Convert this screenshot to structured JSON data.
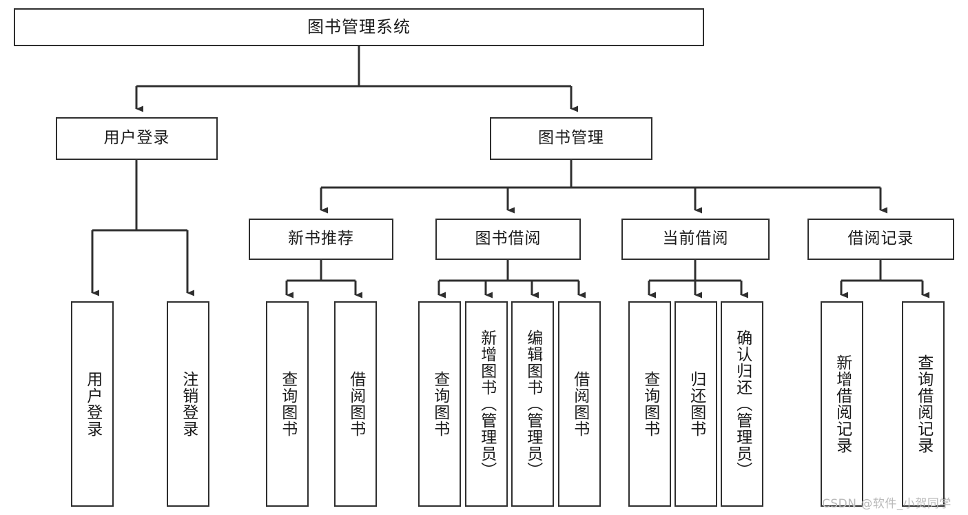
{
  "diagram": {
    "type": "tree-hierarchy-diagram",
    "title": "图书管理系统",
    "background_color": "#ffffff",
    "box_border_color": "#2f2f2f",
    "box_fill_color": "#ffffff",
    "connector_color": "#2f2f2f"
  },
  "root": {
    "label": "图书管理系统"
  },
  "level2": [
    {
      "label": "用户登录"
    },
    {
      "label": "图书管理"
    }
  ],
  "level3": [
    {
      "label": "新书推荐"
    },
    {
      "label": "图书借阅"
    },
    {
      "label": "当前借阅"
    },
    {
      "label": "借阅记录"
    }
  ],
  "leaves": {
    "user_login": [
      {
        "label": "用户登录"
      },
      {
        "label": "注销登录"
      }
    ],
    "new_book_recommend": [
      {
        "label": "查询图书"
      },
      {
        "label": "借阅图书"
      }
    ],
    "book_borrow": [
      {
        "label": "查询图书"
      },
      {
        "label": "新增图书（管理员）"
      },
      {
        "label": "编辑图书（管理员）"
      },
      {
        "label": "借阅图书"
      }
    ],
    "current_borrow": [
      {
        "label": "查询图书"
      },
      {
        "label": "归还图书"
      },
      {
        "label": "确认归还（管理员）"
      }
    ],
    "borrow_record": [
      {
        "label": "新增借阅记录"
      },
      {
        "label": "查询借阅记录"
      }
    ]
  },
  "watermark": {
    "text": "CSDN @软件_小贺同学"
  }
}
